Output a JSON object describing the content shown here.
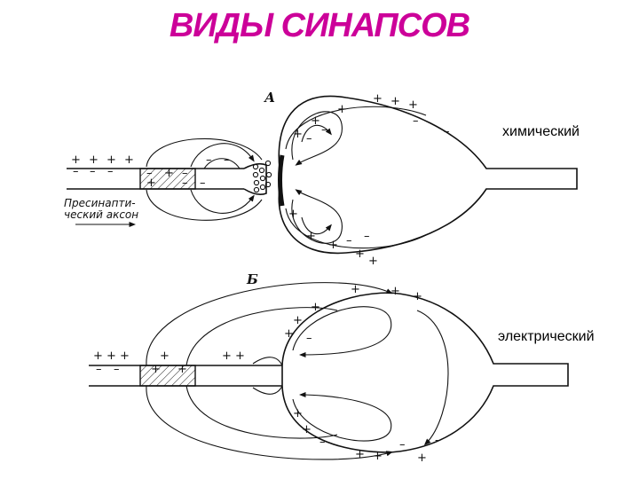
{
  "title": "ВИДЫ СИНАПСОВ",
  "labels": {
    "chemical": "химический",
    "electrical": "электрический"
  },
  "diagram": {
    "panel_a": "А",
    "panel_b": "Б",
    "axon_label_line1": "Пресинапти-",
    "axon_label_line2": "ческий аксон"
  }
}
